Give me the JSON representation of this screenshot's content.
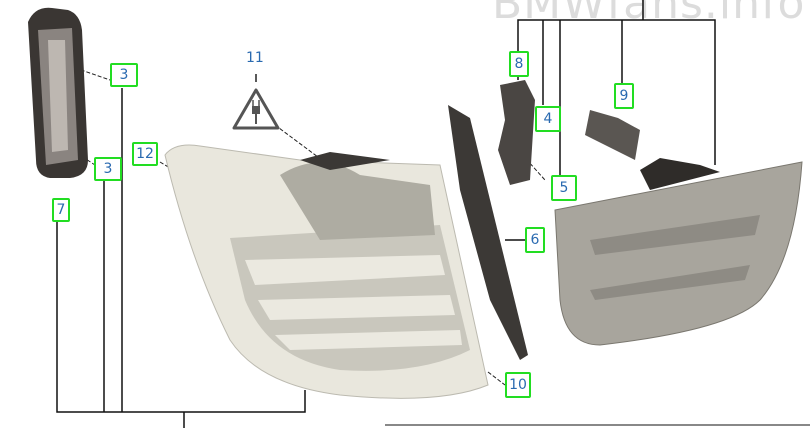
{
  "watermark": "BMWfans.info",
  "callouts": {
    "c3a": "3",
    "c3b": "3",
    "c7": "7",
    "c11": "11",
    "c12": "12",
    "c8": "8",
    "c4": "4",
    "c9": "9",
    "c5": "5",
    "c6": "6",
    "c10": "10"
  },
  "colors": {
    "callout_border": "#22dd22",
    "label_text": "#2a6ab0"
  },
  "icons": [
    "electrical-plug-warning-icon"
  ]
}
